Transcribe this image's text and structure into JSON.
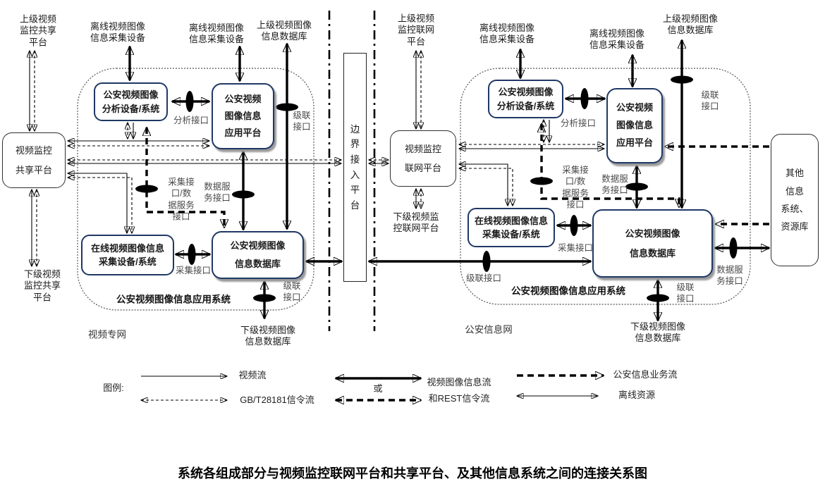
{
  "caption": "系统各组成部分与视频监控联网平台和共享平台、及其他信息系统之间的连接关系图",
  "networks": {
    "left": "视频专网",
    "right": "公安信息网"
  },
  "left": {
    "ext": {
      "sup_share": "上级视频\n监控共享\n平台",
      "offline1": "离线视频图像\n信息采集设备",
      "offline2": "离线视频图像\n信息采集设备",
      "sup_db": "上级视频图像\n信息数据库",
      "sub_share": "下级视频\n监控共享\n平台",
      "sub_db": "下级视频图像\n信息数据库"
    },
    "boxes": {
      "share": "视频监控\n共享平台",
      "analysis": "公安视频图像\n分析设备/系统",
      "app": "公安视频\n图像信息\n应用平台",
      "online": "在线视频图像信息\n采集设备/系统",
      "db": "公安视频图像\n信息数据库"
    },
    "container_label": "公安视频图像信息应用系统",
    "ifaces": {
      "analysis": "分析接口",
      "cascade_top": "级联\n接口",
      "collect_data": "采集接\n口/数\n据服务\n接口",
      "data": "数据服\n务接口",
      "collect": "采集接口",
      "cascade_bottom": "级联\n接口"
    }
  },
  "middle": {
    "border_box": "边\n界\n接\n入\n平\n台",
    "sup_net": "上级视频\n监控联网\n平台",
    "net_box": "视频监控\n联网平台",
    "sub_net": "下级视频监\n控联网平台",
    "cascade": "级联接口"
  },
  "right": {
    "ext": {
      "offline1": "离线视频图像\n信息采集设备",
      "offline2": "离线视频图像\n信息采集设备",
      "sup_db": "上级视频图像\n信息数据库",
      "sub_db": "下级视频图像\n信息数据库"
    },
    "boxes": {
      "analysis": "公安视频图像\n分析设备/系统",
      "app": "公安视频\n图像信息\n应用平台",
      "online": "在线视频图像信息\n采集设备/系统",
      "db": "公安视频图像\n信息数据库",
      "other": "其他\n信息\n系统、\n资源库"
    },
    "container_label": "公安视频图像信息应用系统",
    "ifaces": {
      "analysis": "分析接口",
      "cascade_top": "级联\n接口",
      "collect_data": "采集接\n口/数\n据服务\n接口",
      "data": "数据服\n务接口",
      "collect": "采集接口",
      "cascade_bottom": "级联\n接口",
      "ext_data": "数据服\n务接口"
    }
  },
  "legend": {
    "title": "图例:",
    "video_stream": "视频流",
    "gbt_stream": "GB/T28181信令流",
    "or": "或",
    "info_stream_line1": "视频图像信息流",
    "info_stream_line2": "和REST信令流",
    "police_stream": "公安信息业务流",
    "offline_resource": "离线资源"
  },
  "colors": {
    "blue_border": "#1f3864",
    "line": "#000000",
    "label_gray": "#4a4a4a"
  }
}
